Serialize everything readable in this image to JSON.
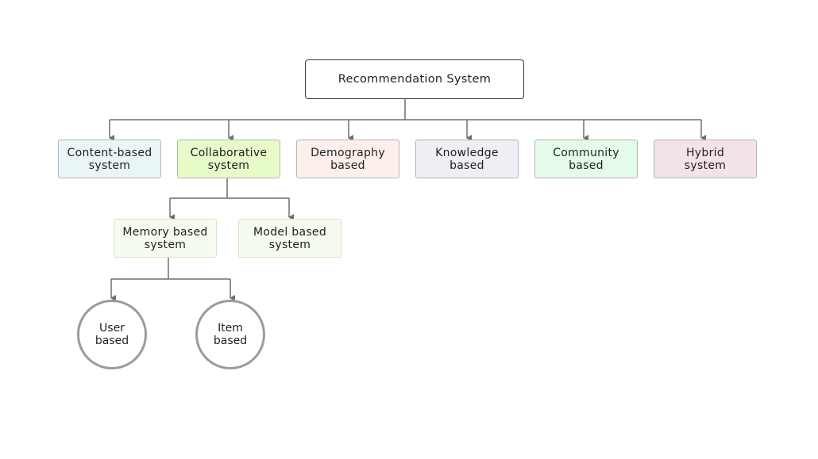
{
  "root": {
    "label": "Recommendation System"
  },
  "level1": [
    {
      "label": "Content-based system",
      "color": "#eaf5f8"
    },
    {
      "label": "Collaborative system",
      "color": "#e6fbc8"
    },
    {
      "label": "Demography based",
      "color": "#fdf0ec"
    },
    {
      "label": "Knowledge based",
      "color": "#f1edf4"
    },
    {
      "label": "Community based",
      "color": "#e5fbe9"
    },
    {
      "label": "Hybrid system",
      "color": "#f1e3e9"
    }
  ],
  "level2": [
    {
      "label": "Memory based system",
      "color": "#f5fcef"
    },
    {
      "label": "Model based system",
      "color": "#f5fcef"
    }
  ],
  "level3": [
    {
      "label": "User based"
    },
    {
      "label": "Item based"
    }
  ],
  "connector_color": "#6f6f6f"
}
